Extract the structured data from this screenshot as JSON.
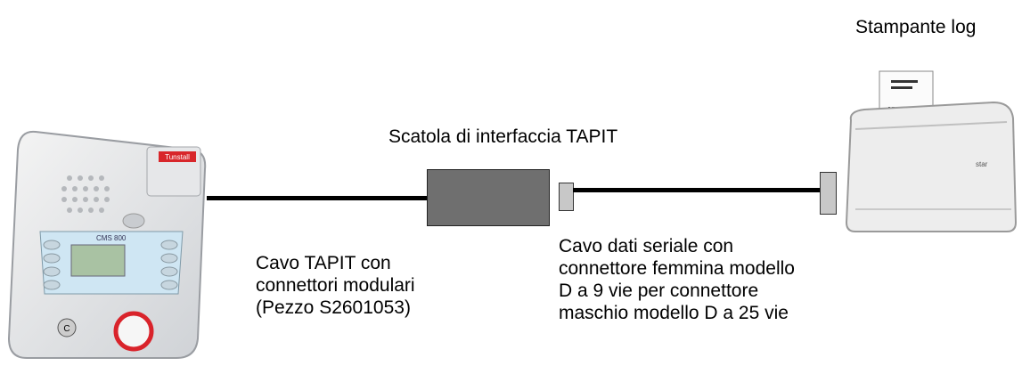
{
  "labels": {
    "printer": "Stampante log",
    "interface_box": "Scatola di interfaccia TAPIT",
    "tapit_cable": [
      "Cavo TAPIT con",
      "connettori modulari",
      "(Pezzo S2601053)"
    ],
    "serial_cable": [
      "Cavo dati seriale con",
      "connettore femmina modello",
      "D a 9 vie per connettore",
      "maschio modello D a 25 vie"
    ]
  },
  "device": {
    "brand": "Tunstall",
    "display": "CMS 800"
  },
  "printer": {
    "brand": "star"
  },
  "colors": {
    "box": "#6f6f6f",
    "connector": "#c8c8c8",
    "cable": "#000000"
  }
}
